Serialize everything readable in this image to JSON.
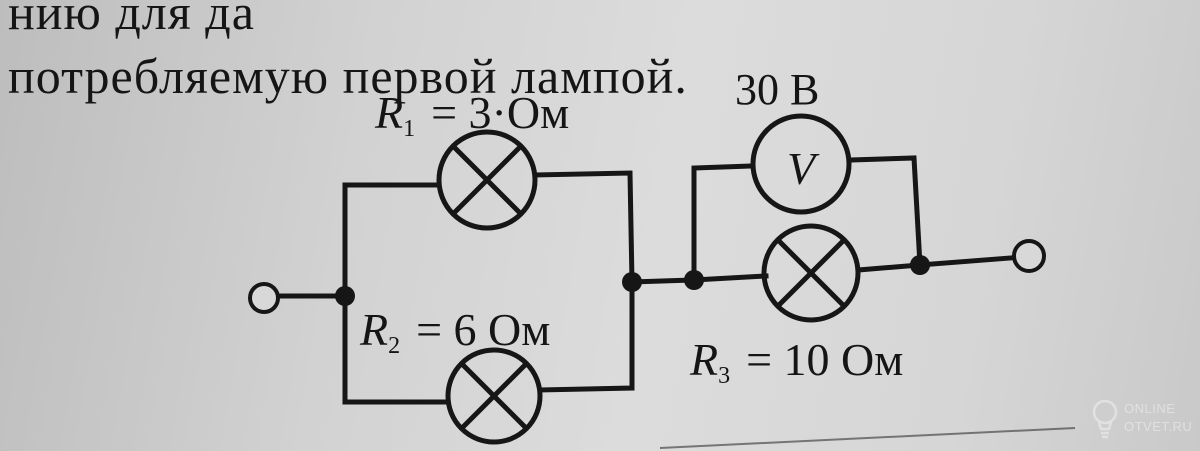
{
  "header_text": {
    "line_1": "нию для да",
    "line_2": "потребляемую первой лампой."
  },
  "labels": {
    "r1": {
      "symbol": "R",
      "subscript": "1",
      "value": "= 3·Ом"
    },
    "r2": {
      "symbol": "R",
      "subscript": "2",
      "value": "= 6 Ом"
    },
    "r3": {
      "symbol": "R",
      "subscript": "3",
      "value": "= 10 Ом"
    },
    "voltmeter_reading": "30 В",
    "voltmeter_symbol": "V"
  },
  "watermark": {
    "line_1": "ONLINE",
    "line_2": "OTVET.RU",
    "icon": "lightbulb-icon"
  }
}
